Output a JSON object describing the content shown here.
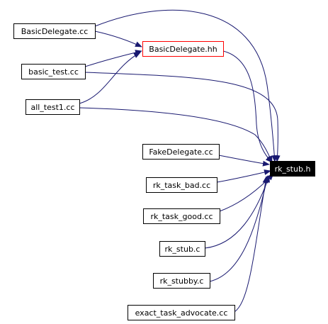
{
  "colors": {
    "edge": "#191970",
    "node_border": "#000000",
    "highlight_border": "#ff0000",
    "target_fill": "#000000",
    "target_text": "#ffffff"
  },
  "nodes": [
    {
      "id": "basicdelegate_cc",
      "label": "BasicDelegate.cc",
      "style": "normal"
    },
    {
      "id": "basicdelegate_hh",
      "label": "BasicDelegate.hh",
      "style": "highlight"
    },
    {
      "id": "basic_test_cc",
      "label": "basic_test.cc",
      "style": "normal"
    },
    {
      "id": "all_test1_cc",
      "label": "all_test1.cc",
      "style": "normal"
    },
    {
      "id": "fakedelegate_cc",
      "label": "FakeDelegate.cc",
      "style": "normal"
    },
    {
      "id": "rk_stub_h",
      "label": "rk_stub.h",
      "style": "target"
    },
    {
      "id": "rk_task_bad_cc",
      "label": "rk_task_bad.cc",
      "style": "normal"
    },
    {
      "id": "rk_task_good_cc",
      "label": "rk_task_good.cc",
      "style": "normal"
    },
    {
      "id": "rk_stub_c",
      "label": "rk_stub.c",
      "style": "normal"
    },
    {
      "id": "rk_stubby_c",
      "label": "rk_stubby.c",
      "style": "normal"
    },
    {
      "id": "exact_task_advocate_cc",
      "label": "exact_task_advocate.cc",
      "style": "normal"
    }
  ],
  "edges": [
    {
      "from": "basicdelegate_cc",
      "to": "basicdelegate_hh"
    },
    {
      "from": "basic_test_cc",
      "to": "basicdelegate_hh"
    },
    {
      "from": "all_test1_cc",
      "to": "basicdelegate_hh"
    },
    {
      "from": "basicdelegate_cc",
      "to": "rk_stub_h"
    },
    {
      "from": "basicdelegate_hh",
      "to": "rk_stub_h"
    },
    {
      "from": "basic_test_cc",
      "to": "rk_stub_h"
    },
    {
      "from": "all_test1_cc",
      "to": "rk_stub_h"
    },
    {
      "from": "fakedelegate_cc",
      "to": "rk_stub_h"
    },
    {
      "from": "rk_task_bad_cc",
      "to": "rk_stub_h"
    },
    {
      "from": "rk_task_good_cc",
      "to": "rk_stub_h"
    },
    {
      "from": "rk_stub_c",
      "to": "rk_stub_h"
    },
    {
      "from": "rk_stubby_c",
      "to": "rk_stub_h"
    },
    {
      "from": "exact_task_advocate_cc",
      "to": "rk_stub_h"
    }
  ]
}
